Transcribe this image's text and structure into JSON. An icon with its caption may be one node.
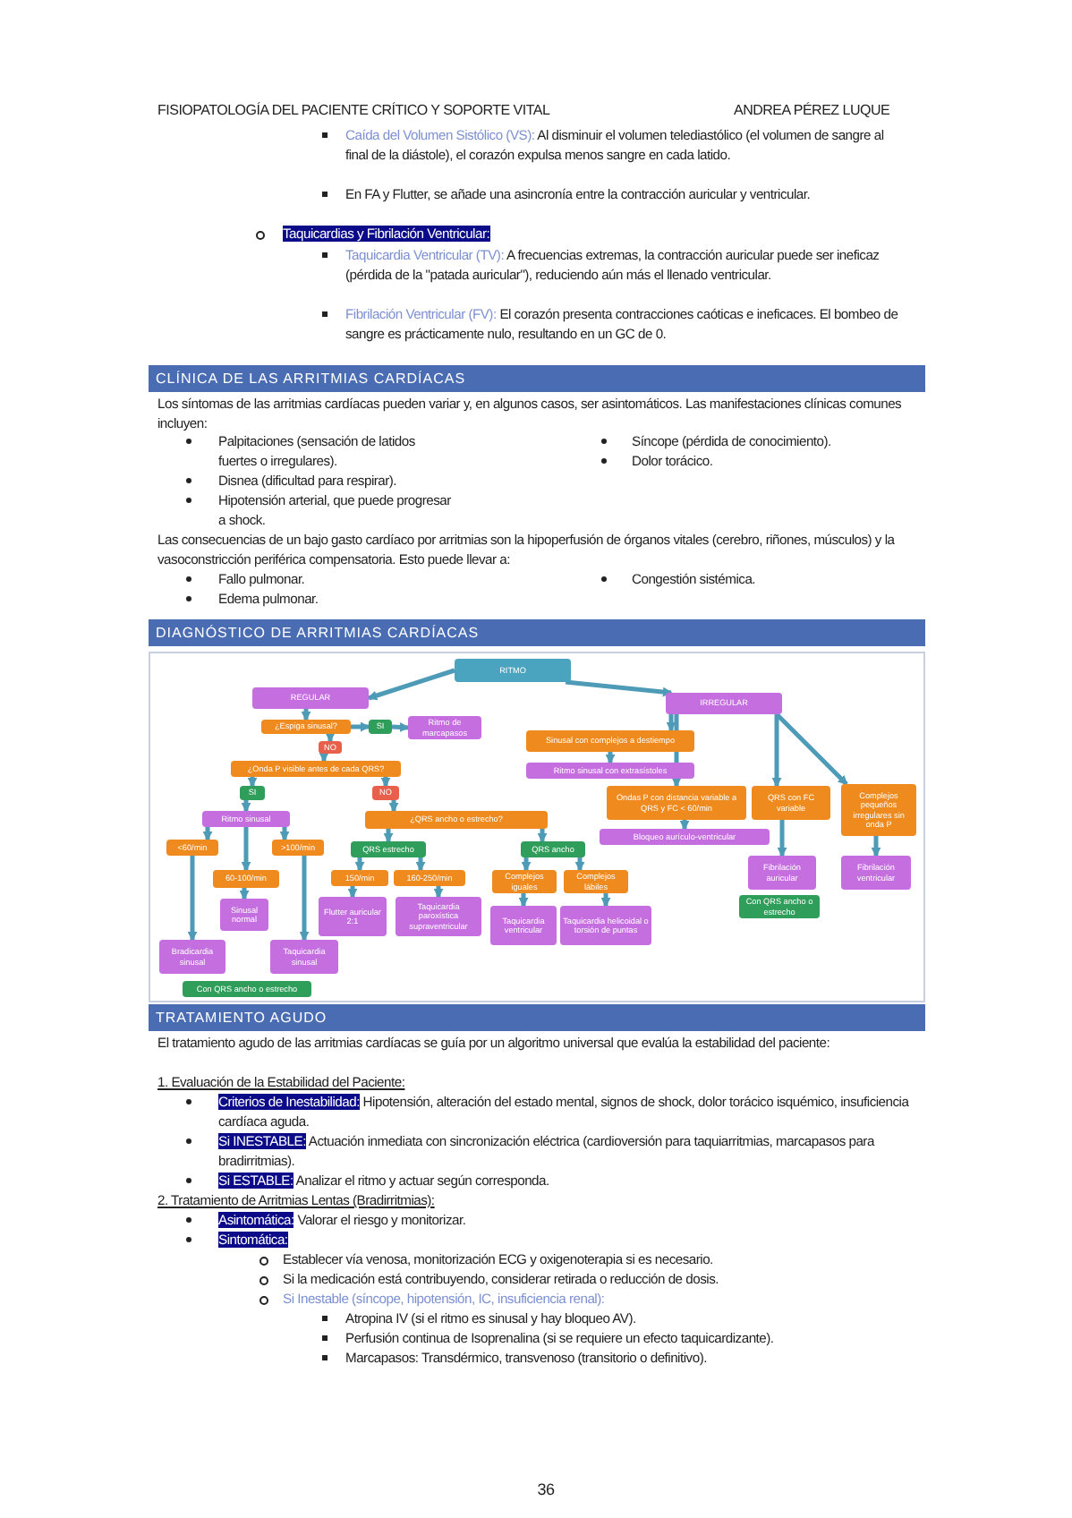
{
  "diagram": {
    "nodes": [
      {
        "text": [
          "RITMO"
        ]
      },
      {
        "text": [
          "REGULAR"
        ]
      },
      {
        "text": [
          "¿Espiga sinusal?"
        ]
      },
      {
        "text": [
          "SI"
        ]
      },
      {
        "text": [
          "Ritmo de marcapasos"
        ]
      },
      {
        "text": [
          "NO"
        ]
      },
      {
        "text": [
          "¿Onda P visible antes de cada QRS?"
        ]
      },
      {
        "text": [
          "SI"
        ]
      },
      {
        "text": [
          "NO"
        ]
      },
      {
        "text": [
          "Ritmo sinusal"
        ]
      },
      {
        "text": [
          "<60/min"
        ]
      },
      {
        "text": [
          "60-100/min"
        ]
      },
      {
        "text": [
          ">100/min"
        ]
      },
      {
        "text": [
          "Sinusal normal"
        ]
      },
      {
        "text": [
          "Bradicardia sinusal"
        ]
      },
      {
        "text": [
          "Taquicardia sinusal"
        ]
      },
      {
        "text": [
          "Con QRS ancho o estrecho"
        ]
      },
      {
        "text": [
          "¿QRS ancho o estrecho?"
        ]
      },
      {
        "text": [
          "QRS estrecho"
        ]
      },
      {
        "text": [
          "150/min"
        ]
      },
      {
        "text": [
          "160-250/min"
        ]
      },
      {
        "text": [
          "Flutter auricular 2:1"
        ]
      },
      {
        "text": [
          "Taquicardia paroxística supraventricular"
        ]
      },
      {
        "text": [
          "QRS ancho"
        ]
      },
      {
        "text": [
          "Complejos iguales"
        ]
      },
      {
        "text": [
          "Complejos lábiles"
        ]
      },
      {
        "text": [
          "Taquicardia ventricular"
        ]
      },
      {
        "text": [
          "Taquicardia helicoidal o torsión de puntas"
        ]
      },
      {
        "text": [
          "IRREGULAR"
        ]
      },
      {
        "text": [
          "Sinusal con complejos a destiempo"
        ]
      },
      {
        "text": [
          "Ritmo sinusal con extrasístoles"
        ]
      },
      {
        "text": [
          "Ondas P con distancia variable a QRS y FC < 60/min"
        ]
      },
      {
        "text": [
          "Bloqueo aurículo-ventricular"
        ]
      },
      {
        "text": [
          "QRS con FC variable"
        ]
      },
      {
        "text": [
          "Complejos pequeños irregulares sin onda P"
        ]
      },
      {
        "text": [
          "Fibrilación auricular"
        ]
      },
      {
        "text": [
          "Con QRS ancho o estrecho"
        ]
      },
      {
        "text": [
          "Fibrilación ventricular"
        ]
      }
    ],
    "edges": [
      {
        "from": 0,
        "to": 1,
        "arrow": "to"
      },
      {
        "from": 0,
        "to": 28,
        "arrow": "to"
      },
      {
        "from": 1,
        "to": 2,
        "arrow": "to"
      },
      {
        "from": 2,
        "to": 3,
        "arrow": "to"
      },
      {
        "from": 3,
        "to": 4,
        "arrow": "to"
      },
      {
        "from": 2,
        "to": 5,
        "arrow": "to"
      },
      {
        "from": 5,
        "to": 6,
        "arrow": "to"
      },
      {
        "from": 6,
        "to": 7,
        "arrow": "to"
      },
      {
        "from": 6,
        "to": 8,
        "arrow": "to"
      },
      {
        "from": 7,
        "to": 9,
        "arrow": "to"
      },
      {
        "from": 9,
        "to": 10,
        "arrow": "to"
      },
      {
        "from": 9,
        "to": 11,
        "arrow": "to"
      },
      {
        "from": 9,
        "to": 12,
        "arrow": "to"
      },
      {
        "from": 11,
        "to": 13,
        "arrow": "to"
      },
      {
        "from": 10,
        "to": 14,
        "arrow": "to"
      },
      {
        "from": 12,
        "to": 15,
        "arrow": "to"
      },
      {
        "from": 8,
        "to": 17,
        "arrow": "to"
      },
      {
        "from": 17,
        "to": 18,
        "arrow": "to"
      },
      {
        "from": 17,
        "to": 23,
        "arrow": "to"
      },
      {
        "from": 18,
        "to": 19,
        "arrow": "to"
      },
      {
        "from": 18,
        "to": 20,
        "arrow": "to"
      },
      {
        "from": 19,
        "to": 21,
        "arrow": "to"
      },
      {
        "from": 20,
        "to": 22,
        "arrow": "to"
      },
      {
        "from": 23,
        "to": 24,
        "arrow": "to"
      },
      {
        "from": 23,
        "to": 25,
        "arrow": "to"
      },
      {
        "from": 24,
        "to": 26,
        "arrow": "to"
      },
      {
        "from": 25,
        "to": 27,
        "arrow": "to"
      },
      {
        "from": 28,
        "to": 29,
        "arrow": "to"
      },
      {
        "from": 29,
        "to": 30,
        "arrow": "to"
      },
      {
        "from": 28,
        "to": 31,
        "arrow": "to"
      },
      {
        "from": 28,
        "to": 33,
        "arrow": "to"
      },
      {
        "from": 28,
        "to": 34,
        "arrow": "to"
      },
      {
        "from": 31,
        "to": 32,
        "arrow": "to"
      },
      {
        "from": 33,
        "to": 35,
        "arrow": "to"
      },
      {
        "from": 34,
        "to": 37,
        "arrow": "to"
      }
    ],
    "labels": [
      "FISIOPATOLOGÍA DEL PACIENTE CRÍTICO Y SOPORTE VITAL",
      "ANDREA PÉREZ LUQUE",
      "*Caída del Volumen Sistólico (VS):* Al disminuir el volumen telediastólico (el volumen de sangre al final de la diástole), el corazón expulsa menos sangre en cada latido.",
      "En FA y Flutter, se añade una asincronía entre la contracción auricular y ventricular.",
      "**Taquicardias y Fibrilación Ventricular:**",
      "*Taquicardia Ventricular (TV):* A frecuencias extremas, la contracción auricular puede ser ineficaz (pérdida de la \"patada auricular\"), reduciendo aún más el llenado ventricular.",
      "*Fibrilación Ventricular (FV):* El corazón presenta contracciones caóticas e ineficaces. El bombeo de sangre es prácticamente nulo, resultando en un GC de 0.",
      "CLÍNICA DE LAS ARRITMIAS CARDÍACAS",
      "Los síntomas de las arritmias cardíacas pueden variar y, en algunos casos, ser asintomáticos. Las manifestaciones clínicas comunes incluyen:",
      "Palpitaciones (sensación de latidos fuertes o irregulares).",
      "Disnea (dificultad para respirar).",
      "Hipotensión arterial, que puede progresar a shock.",
      "Síncope (pérdida de conocimiento).",
      "Dolor torácico.",
      "Las consecuencias de un bajo gasto cardíaco por arritmias son la hipoperfusión de órganos vitales (cerebro, riñones, músculos) y la vasoconstricción periférica compensatoria. Esto puede llevar a:",
      "Fallo pulmonar.",
      "Edema pulmonar.",
      "Congestión sistémica.",
      "DIAGNÓSTICO DE ARRITMIAS CARDÍACAS",
      "TRATAMIENTO AGUDO",
      "El tratamiento agudo de las arritmias cardíacas se guía por un algoritmo universal que evalúa la estabilidad del paciente:",
      "1. Evaluación de la Estabilidad del Paciente:",
      "**Criterios de Inestabilidad:** Hipotensión, alteración del estado mental, signos de shock, dolor torácico isquémico, insuficiencia cardíaca aguda.",
      "**Si INESTABLE:** Actuación inmediata con sincronización eléctrica (cardioversión para taquiarritmias, marcapasos para bradirritmias).",
      "**Si ESTABLE:** Analizar el ritmo y actuar según corresponda.",
      "2. Tratamiento de Arritmias Lentas (Bradirritmias):",
      "**Asintomática:** Valorar el riesgo y monitorizar.",
      "**Sintomática:**",
      "Establecer vía venosa, monitorización ECG y oxigenoterapia si es necesario.",
      "Si la medicación está contribuyendo, considerar retirada o reducción de dosis.",
      "*Si Inestable (síncope, hipotensión, IC, insuficiencia renal):*",
      "Atropina IV (si el ritmo es sinusal y hay bloqueo AV).",
      "Perfusión continua de Isoprenalina (si se requiere un efecto taquicardizante).",
      "Marcapasos: Transdérmico, transvenoso (transitorio o definitivo).",
      "36"
    ]
  }
}
